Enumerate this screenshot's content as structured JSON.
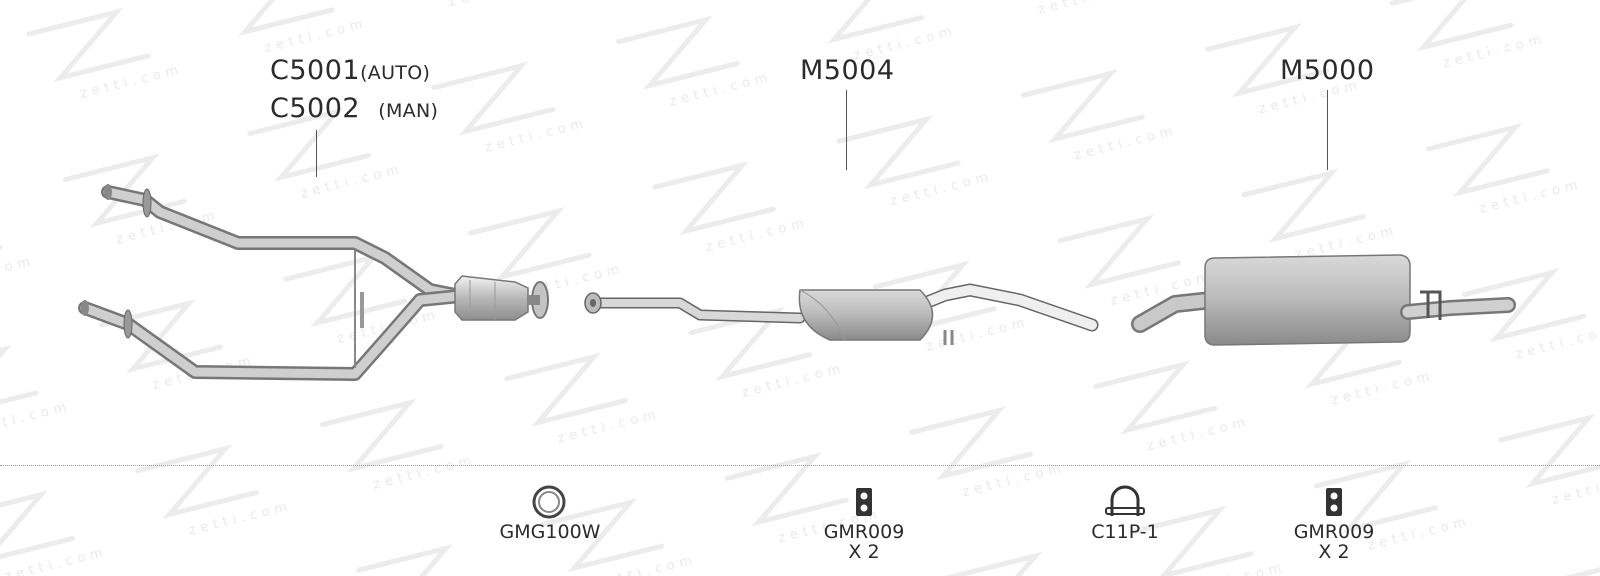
{
  "watermark": {
    "brand": "zetti.com"
  },
  "main_parts": [
    {
      "code_line1": "C5001",
      "note_line1": "(AUTO)",
      "code_line2": "C5002",
      "note_line2": "(MAN)",
      "name": "front-pipe-with-catalyst"
    },
    {
      "code": "M5004",
      "name": "middle-silencer"
    },
    {
      "code": "M5000",
      "name": "rear-silencer"
    }
  ],
  "fittings": [
    {
      "code": "GMG100W",
      "qty": "",
      "icon": "gasket-ring-icon"
    },
    {
      "code": "GMR009",
      "qty": "X 2",
      "icon": "rubber-hanger-icon"
    },
    {
      "code": "C11P-1",
      "qty": "",
      "icon": "u-bolt-clamp-icon"
    },
    {
      "code": "GMR009",
      "qty": "X 2",
      "icon": "rubber-hanger-icon"
    }
  ]
}
